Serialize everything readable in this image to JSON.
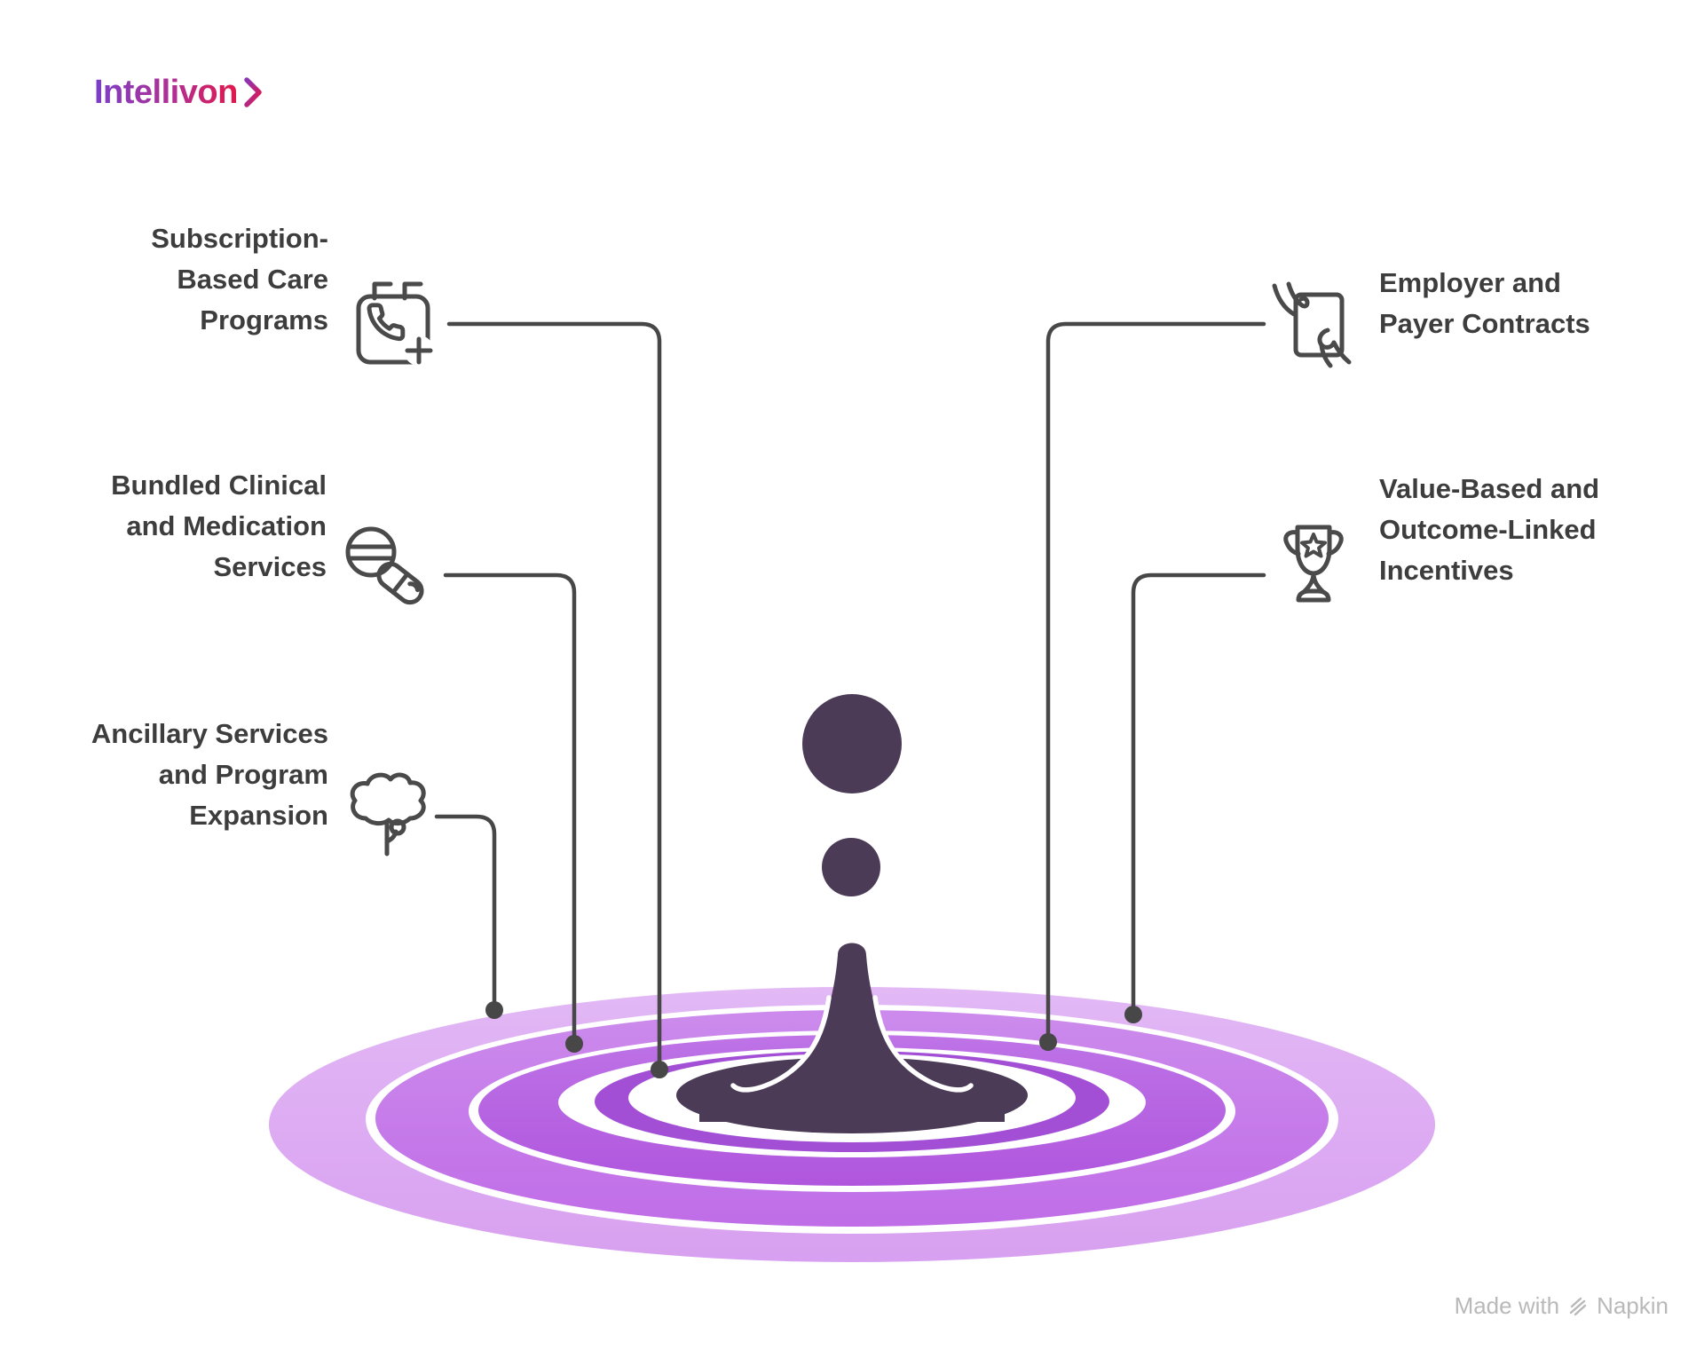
{
  "logo": {
    "text": "Intellivon",
    "chevron_icon": "chevron-right-icon"
  },
  "labels": {
    "left": [
      {
        "id": "subscription-based-care-programs",
        "text": "Subscription-Based Care Programs",
        "lines": [
          "Subscription-",
          "Based Care",
          "Programs"
        ],
        "icon": "calendar-phone-plus-icon"
      },
      {
        "id": "bundled-clinical-medication-services",
        "text": "Bundled Clinical and Medication Services",
        "lines": [
          "Bundled Clinical",
          "and Medication",
          "Services"
        ],
        "icon": "pills-icon"
      },
      {
        "id": "ancillary-services-program-expansion",
        "text": "Ancillary Services and Program Expansion",
        "lines": [
          "Ancillary Services",
          "and Program",
          "Expansion"
        ],
        "icon": "tree-icon"
      }
    ],
    "right": [
      {
        "id": "employer-payer-contracts",
        "text": "Employer and Payer Contracts",
        "lines": [
          "Employer and",
          "Payer Contracts"
        ],
        "icon": "hand-holding-document-icon"
      },
      {
        "id": "value-based-outcome-linked-incentives",
        "text": "Value-Based and Outcome-Linked Incentives",
        "lines": [
          "Value-Based and",
          "Outcome-Linked",
          "Incentives"
        ],
        "icon": "trophy-star-icon"
      }
    ]
  },
  "center_graphic": {
    "icon": "droplet-splash-ripple-illustration"
  },
  "footer": {
    "prefix": "Made with",
    "brand": "Napkin",
    "icon": "napkin-logo-icon"
  },
  "colors": {
    "brand_gradient_start": "#7B3EC9",
    "brand_gradient_end": "#E3174B",
    "label_text": "#3D3D3D",
    "connector": "#474747",
    "splash_dark": "#4B3B56",
    "ripple_bands_outer_to_inner": [
      "#DAA5F0",
      "#C273E8",
      "#B45CDF",
      "#A24FD6"
    ],
    "footer_text": "#B9B9B9"
  }
}
